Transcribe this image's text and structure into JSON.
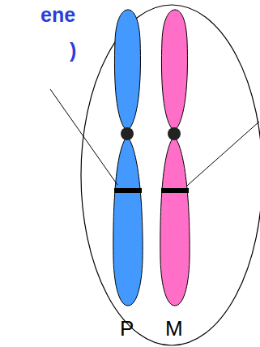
{
  "diagram": {
    "labels": [
      "ene",
      ")",
      "P",
      "M"
    ]
  }
}
